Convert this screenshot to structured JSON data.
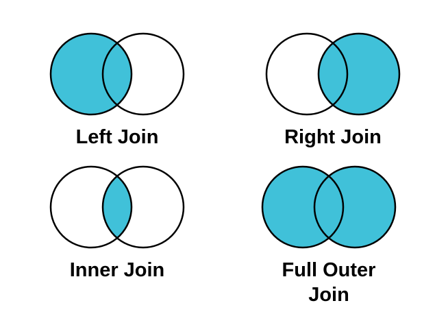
{
  "palette": {
    "highlight_fill": "#40C1D9",
    "outline": "#000000",
    "label_text": "#000000",
    "background": "#FFFFFF"
  },
  "diagrams": [
    {
      "name": "left-join",
      "label": "Left Join",
      "highlight": "left",
      "highlighted_regions": [
        "left-circle",
        "intersection"
      ]
    },
    {
      "name": "right-join",
      "label": "Right Join",
      "highlight": "right",
      "highlighted_regions": [
        "right-circle",
        "intersection"
      ]
    },
    {
      "name": "inner-join",
      "label": "Inner Join",
      "highlight": "inner",
      "highlighted_regions": [
        "intersection"
      ]
    },
    {
      "name": "full-outer-join",
      "label": "Full Outer\nJoin",
      "highlight": "full",
      "highlighted_regions": [
        "left-circle",
        "intersection",
        "right-circle"
      ]
    }
  ]
}
